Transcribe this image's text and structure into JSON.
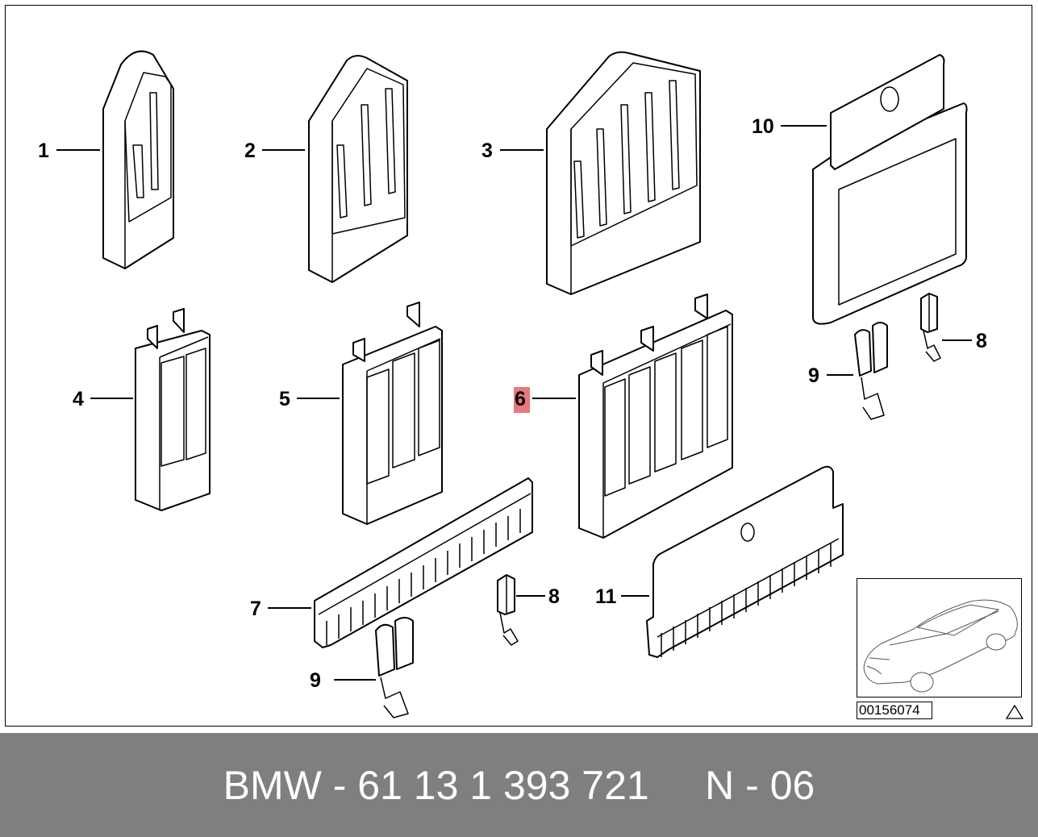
{
  "diagram": {
    "callouts": {
      "c1": "1",
      "c2": "2",
      "c3": "3",
      "c4": "4",
      "c5": "5",
      "c6": "6",
      "c7": "7",
      "c8a": "8",
      "c8b": "8",
      "c9a": "9",
      "c9b": "9",
      "c10": "10",
      "c11": "11"
    },
    "highlighted_callout": "6",
    "highlight_color": "#e8787c",
    "reference_code": "00156074",
    "inset_icon": "car-silhouette-icon",
    "warning_icon": "triangle-icon"
  },
  "footer": {
    "text": "BMW - 61 13 1 393 721     N - 06",
    "background": "#7f7f7f",
    "text_color": "#ffffff"
  }
}
